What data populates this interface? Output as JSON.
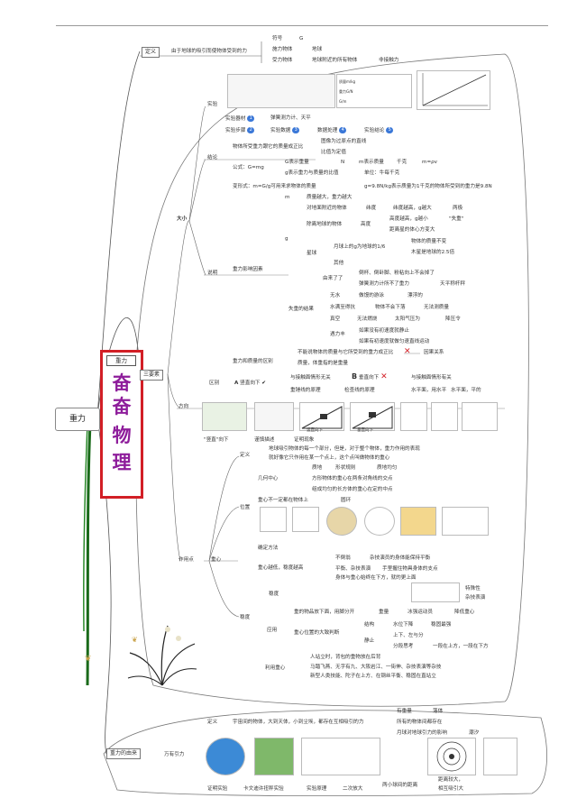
{
  "central_topic": "重力",
  "brand": {
    "tab_label": "重力",
    "char_1": "奋",
    "char_2": "奋",
    "char_3": "物",
    "char_4": "理"
  },
  "definition": {
    "label": "定义",
    "text": "由于地球的吸引而使物体受到的力",
    "symbol_label": "符号",
    "symbol_value": "G",
    "source_label": "施力物体",
    "source_value": "地球",
    "receiver_label": "受力物体",
    "receiver_value": "地球附近的所有物体",
    "receiver_note": "非接触力"
  },
  "three_elements": {
    "label": "三要素",
    "magnitude": {
      "label": "大小",
      "experiment": {
        "label": "实验",
        "step_1": "实验器材",
        "step_1_note": "弹簧测力计、天平",
        "step_2": "实验步骤",
        "step_2_a": "实验数据",
        "step_2_b": "数据处理",
        "step_2_c": "实验结论",
        "table_row_1": "质量m/kg",
        "table_row_2": "重力G/N",
        "table_row_3": "G/m"
      },
      "conclusion": {
        "label": "结论",
        "text": "物体所受重力跟它的质量成正比",
        "graph_note": "图像为过原点的直线",
        "ratio_note": "比值为定值",
        "formula_label": "公式：G=mg",
        "g_label": "G表示重量",
        "n_label": "N",
        "m_label": "m表示质量",
        "kg_label": "千克",
        "m_rho": "m=ρv",
        "g_note": "g表示重力与质量的比值",
        "unit_note": "单位：牛每千克"
      },
      "explanation": {
        "label": "说明",
        "gravity_meaning": "变形式：m=G/g可用来求物体的质量",
        "g_meaning": "g=9.8N/kg表示质量为1千克的物体所受到的重力是9.8N",
        "factors_label": "重力影响因素",
        "factor_m": "m",
        "factor_m_note": "质量越大，重力越大",
        "factor_g": "g",
        "lat_label": "对地面附近的物体",
        "lat_a": "纬度",
        "lat_b": "纬度越高，g越大",
        "lat_c": "两极",
        "alt_label": "除离地球的物体",
        "alt_a": "高度",
        "alt_b": "高度越高，g越小",
        "alt_c": "\"失重\"",
        "alt_d": "距离星的体心方变大",
        "star_label": "星球",
        "moon_note": "月球上的g为地球的1/6",
        "mass_const": "物体的质量不变",
        "big_note": "木星是地球的2.5倍",
        "other_note": "其他",
        "mass_label": "失重的结果",
        "mass_a": "由来了了",
        "mass_b": "倒杯、倒卧脚、粉粘向上不会掉了",
        "mass_c": "弹簧测力计所不了重力",
        "mass_d": "天平称杆秤",
        "water_a": "无水",
        "water_b": "做馒的游泳",
        "water_c": "漂浮的",
        "air_a": "水满至得抗",
        "air_b": "物体不会下落",
        "air_c": "无法测质量",
        "vac_a": "真空",
        "vac_b": "无法燃烧",
        "vac_c": "太阳气压为",
        "vac_d": "降压令",
        "zero_a": "遇力丰",
        "zero_b": "如果没有初速度就静止",
        "zero_c": "如果有初速度就做匀速直线运动",
        "diff_label": "重力和质量的区别",
        "diff_a": "不能说物体的质量与它所受到的重力成正比",
        "diff_b": "因果关系",
        "diff_c": "质量，体重指的是重量"
      }
    },
    "direction": {
      "label": "方向",
      "rule_label": "竖直向下",
      "rule_b_label": "垂直向下",
      "rule_a_note": "与接触面情形无关",
      "rule_b_note": "与接触面情形有关",
      "app_a": "重锤线的原理",
      "app_a_note": "检查线的原理",
      "app_b": "水平面，用水平",
      "app_b_note": "水平面，平的",
      "caption_a": "竖直向下",
      "caption_b": "竖直向下",
      "caption_c": "垂直向下",
      "caption_d": "垂直向下",
      "tag": "\"竖直\"向下",
      "tag_a": "谨慎描述",
      "tag_b": "证明现象"
    },
    "point": {
      "label": "作用点",
      "center": "重心",
      "def_label": "定义",
      "def_text": "地球吸引物体的每一个部分，但是，对于整个物体，重力作用的表现",
      "def_text_2": "就好像它只作用在某一个点上，这个点叫做物体的重心",
      "pos_label": "位置",
      "rule_label": "几何中心",
      "rule_a": "质地",
      "rule_b": "形状规则",
      "rule_c": "质地均匀",
      "rule_d": "方形物体的重心在两条对角线的交点",
      "rule_e": "组成均匀的长方体的重心在定的中点",
      "not_on": "重心不一定都在物体上",
      "not_on_b": "圆环",
      "method_label": "确定方法",
      "stable_label": "重心越低，稳度越高",
      "stable_a": "不倒翁",
      "stable_b": "杂技演员的身体能保持平衡",
      "stable_c": "平衡、杂技表演",
      "stable_d": "手里握住物具身体的支点",
      "stable_e": "身体与重心始终在下方，就的更上面",
      "app_label": "应用",
      "app_a": "重的物品放下面，用脚分开",
      "app_b": "重量",
      "app_c": "冰强运动员",
      "app_d": "降低重心",
      "app_e": "特殊性",
      "app_f": "杂技表演",
      "app_g": "重心位置的大致判断",
      "app_h": "结构",
      "app_i": "水位下降",
      "app_j": "稳固最强",
      "app_k": "静止",
      "app_l": "上下、左与分",
      "app_m": "分段思考",
      "app_n": "一段在上方，一段在下方",
      "stable_cmp": "稳度",
      "use_label": "利用重心",
      "use_a": "人站立时，背包的重物放在后背",
      "use_b": "马踏飞燕、无字有九、大阪岩江、一街伸、杂技表演等杂技",
      "use_c": "新型人类技能、陀子在上方、在钢丝平衡、稳固在直站立"
    }
  },
  "origin": {
    "label": "重力的由来",
    "universal": "万有引力",
    "def_label": "定义",
    "def_text": "宇宙间的物体，大到天体，小到尘埃，都存在互相吸引的力",
    "earth_a": "有重量",
    "earth_b": "落体",
    "sun_a": "所有的物体间都存在",
    "moon_a": "月球对地球引力的影响",
    "moon_b": "潮汐",
    "exp_label": "证明实验",
    "exp_a": "卡文迪许扭秤实验",
    "exp_b": "实验原理",
    "exp_c": "二次放大",
    "exp_d": "两小球间的距离",
    "exp_e": "距离较大，",
    "exp_f": "相互吸引大"
  }
}
